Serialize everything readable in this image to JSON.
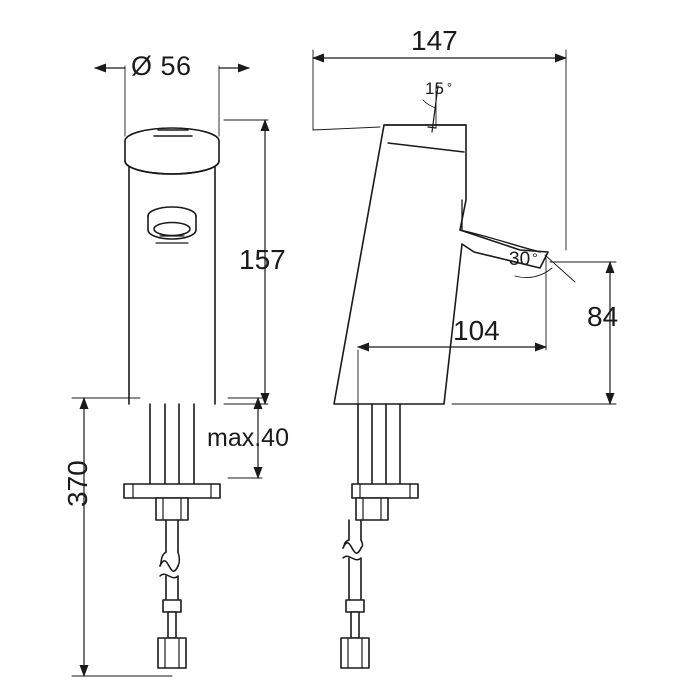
{
  "diagram": {
    "title": "Technical dimension drawing of a single-lever basin mixer tap",
    "units": "mm",
    "line_color": "#1a1a1a",
    "fill_color": "#ffffff",
    "background": "#ffffff"
  },
  "dimensions": {
    "diameter_top": "Ø 56",
    "width_total": "147",
    "height_spout": "157",
    "reach": "104",
    "height_outlet": "84",
    "hose_length": "370",
    "max_thickness": "max.40",
    "angle_lever": "15",
    "angle_outlet": "30",
    "degree_symbol": "°"
  },
  "labels": [
    {
      "id": "diameter-top",
      "text": "Ø 56"
    },
    {
      "id": "width-total",
      "text": "147"
    },
    {
      "id": "angle-lever",
      "text": "15"
    },
    {
      "id": "height-spout",
      "text": "157"
    },
    {
      "id": "angle-outlet",
      "text": "30"
    },
    {
      "id": "reach",
      "text": "104"
    },
    {
      "id": "height-outlet",
      "text": "84"
    },
    {
      "id": "max-thickness",
      "text": "max.40"
    },
    {
      "id": "hose-length",
      "text": "370"
    }
  ]
}
